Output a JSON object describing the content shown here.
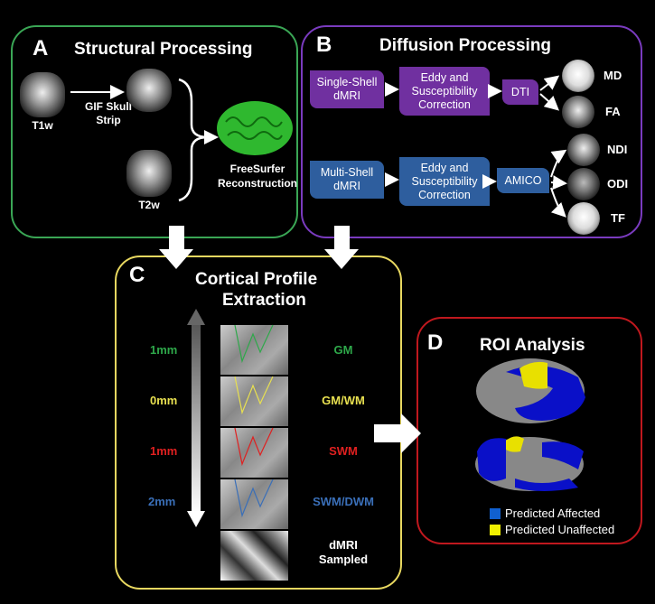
{
  "panelA": {
    "letter": "A",
    "title": "Structural Processing",
    "t1w": "T1w",
    "gif1": "GIF Skull",
    "gif2": "Strip",
    "t2w": "T2w",
    "fs1": "FreeSurfer",
    "fs2": "Reconstruction"
  },
  "panelB": {
    "letter": "B",
    "title": "Diffusion Processing",
    "ss1": "Single-Shell",
    "ss2": "dMRI",
    "eddy1": "Eddy and",
    "eddy2": "Susceptibility",
    "eddy3": "Correction",
    "dti": "DTI",
    "ms1": "Multi-Shell",
    "ms2": "dMRI",
    "amico": "AMICO",
    "md": "MD",
    "fa": "FA",
    "ndi": "NDI",
    "odi": "ODI",
    "tf": "TF"
  },
  "panelC": {
    "letter": "C",
    "title1": "Cortical Profile",
    "title2": "Extraction",
    "rows": [
      {
        "depth": "1mm",
        "tissue": "GM",
        "color": "#2ea84a"
      },
      {
        "depth": "0mm",
        "tissue": "GM/WM",
        "color": "#e8e050"
      },
      {
        "depth": "1mm",
        "tissue": "SWM",
        "color": "#e02020"
      },
      {
        "depth": "2mm",
        "tissue": "SWM/DWM",
        "color": "#3a6fb8"
      }
    ],
    "sampled1": "dMRI",
    "sampled2": "Sampled"
  },
  "panelD": {
    "letter": "D",
    "title": "ROI Analysis",
    "legend": [
      {
        "label": "Predicted Affected",
        "color": "#1060d0"
      },
      {
        "label": "Predicted Unaffected",
        "color": "#f0f000"
      }
    ]
  },
  "colors": {
    "green": "#3aa655",
    "purple": "#7a3bbf",
    "yellow": "#e8d860",
    "red": "#c0181e"
  }
}
